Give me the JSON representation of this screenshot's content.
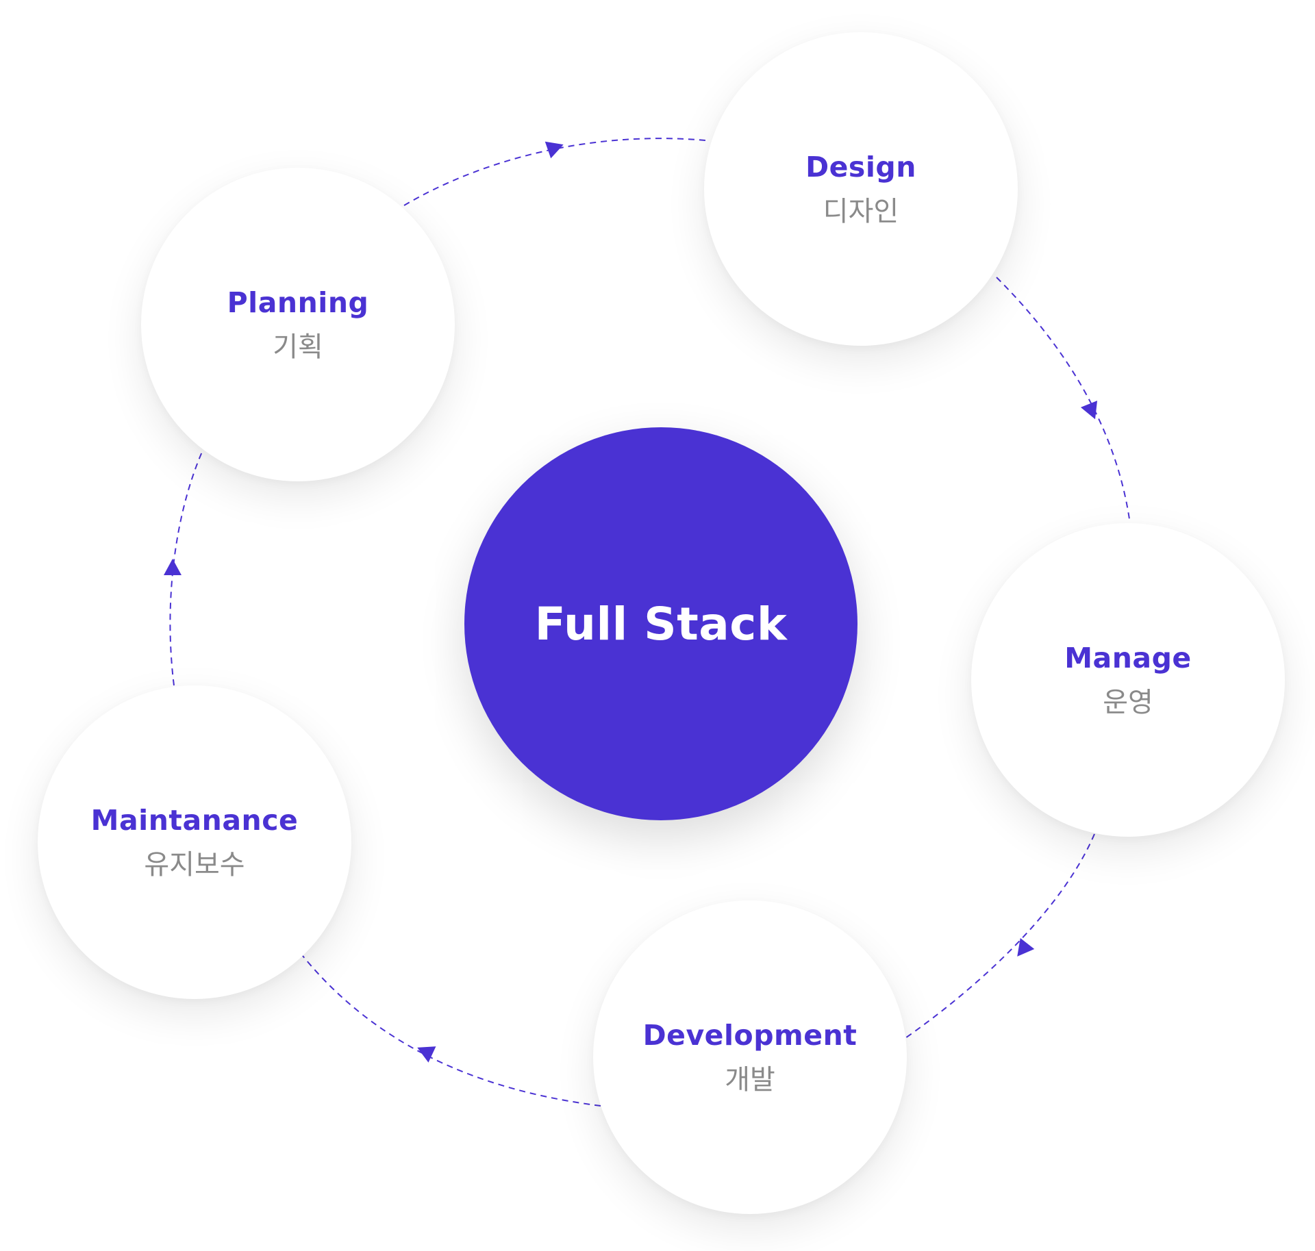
{
  "center": {
    "title": "Full Stack"
  },
  "nodes": [
    {
      "id": "design",
      "en": "Design",
      "ko": "디자인"
    },
    {
      "id": "planning",
      "en": "Planning",
      "ko": "기획"
    },
    {
      "id": "manage",
      "en": "Manage",
      "ko": "운영"
    },
    {
      "id": "maintanance",
      "en": "Maintanance",
      "ko": "유지보수"
    },
    {
      "id": "development",
      "en": "Development",
      "ko": "개발"
    }
  ],
  "colors": {
    "accent": "#4a32d3",
    "node_background": "#ffffff",
    "subtitle": "#8a8a8a",
    "center_text": "#ffffff"
  },
  "icons": {
    "connector_arrow": "triangle-arrow-icon"
  }
}
